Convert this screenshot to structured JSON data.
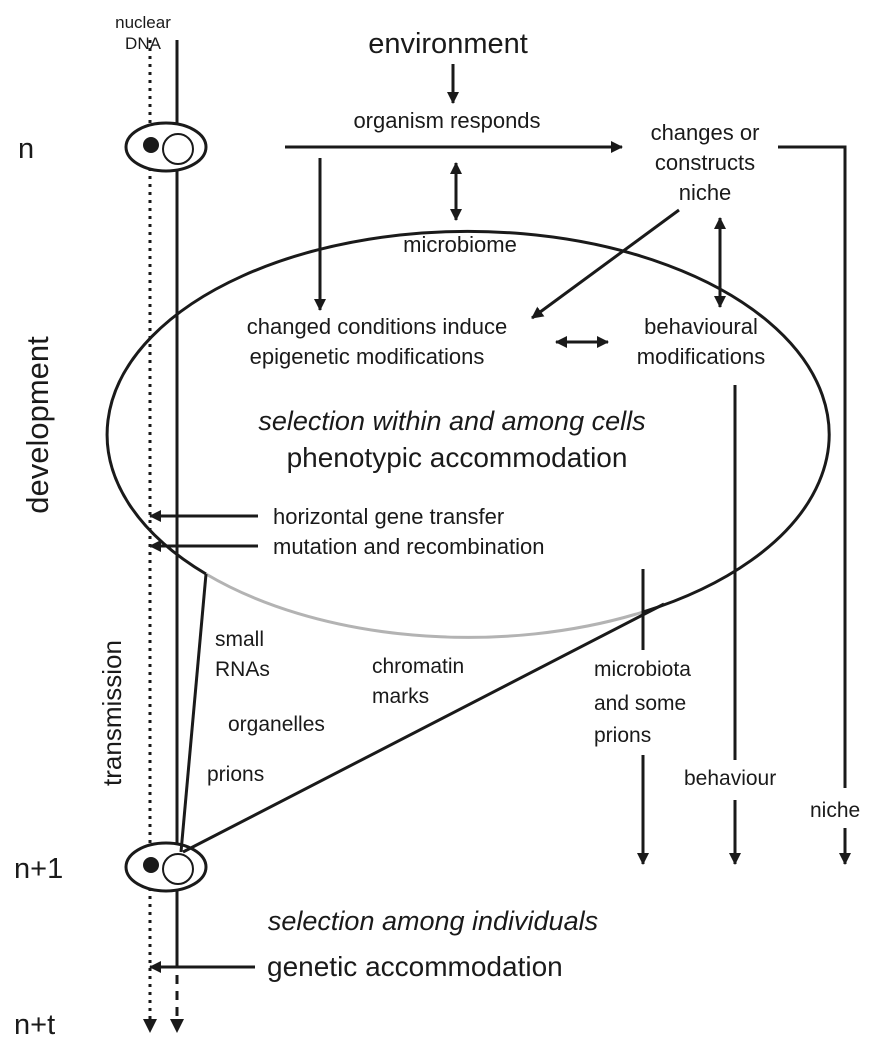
{
  "generation_labels": {
    "n": "n",
    "n1": "n+1",
    "nt": "n+t"
  },
  "axis_labels": {
    "development": "development",
    "transmission": "transmission"
  },
  "nuclear_dna": {
    "line1": "nuclear",
    "line2": "DNA"
  },
  "top": {
    "environment": "environment",
    "organism_responds": "organism responds",
    "niche_1": "changes or",
    "niche_2": "constructs",
    "niche_3": "niche"
  },
  "inside": {
    "microbiome": "microbiome",
    "epi_1": "changed conditions induce",
    "epi_2": "epigenetic modifications",
    "beh_1": "behavioural",
    "beh_2": "modifications",
    "selection_cells": "selection within and among cells",
    "phenotypic": "phenotypic accommodation"
  },
  "genome_inputs": {
    "hgt": "horizontal gene transfer",
    "mutation": "mutation and recombination"
  },
  "transmitted": {
    "small_rnas_1": "small",
    "small_rnas_2": "RNAs",
    "chromatin_1": "chromatin",
    "chromatin_2": "marks",
    "organelles": "organelles",
    "prions": "prions",
    "microbiota_1": "microbiota",
    "microbiota_2": "and some",
    "microbiota_3": "prions",
    "behaviour": "behaviour",
    "niche": "niche"
  },
  "bottom": {
    "selection_individuals": "selection among individuals",
    "genetic_accommodation": "genetic accommodation"
  },
  "colors": {
    "ink": "#1a1a1a",
    "faded_arc": "#b3b3b3"
  }
}
